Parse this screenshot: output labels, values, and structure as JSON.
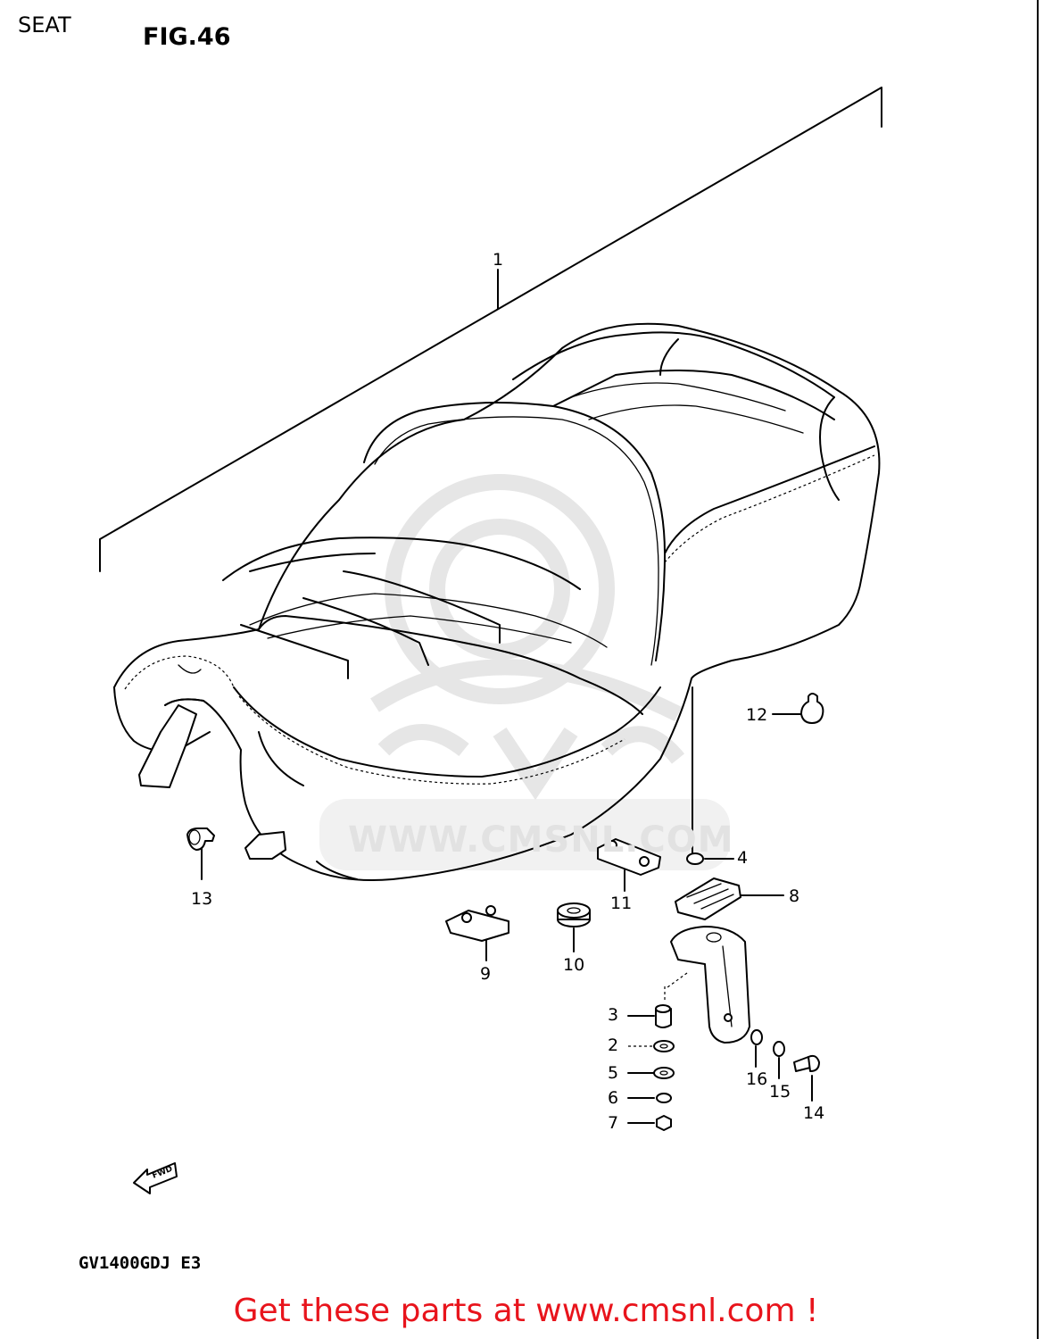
{
  "header": {
    "section": "SEAT",
    "figure": "FIG.46"
  },
  "model_code": "GV1400GDJ  E3",
  "watermark": "WWW.CMSNL.COM",
  "forward_arrow_label": "FWD",
  "footer_text": "Get these parts at www.cmsnl.com !",
  "callouts": {
    "p1": "1",
    "p2": "2",
    "p3": "3",
    "p4": "4",
    "p5": "5",
    "p6": "6",
    "p7": "7",
    "p8": "8",
    "p9": "9",
    "p10": "10",
    "p11": "11",
    "p12": "12",
    "p13": "13",
    "p14": "14",
    "p15": "15",
    "p16": "16"
  },
  "colors": {
    "footer": "#e8141c",
    "watermark": "#e2e2e2",
    "line_art": "#000000"
  }
}
